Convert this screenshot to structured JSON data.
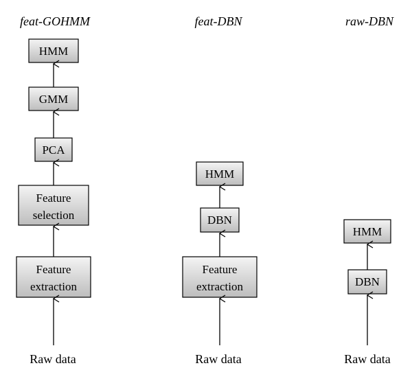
{
  "columns": [
    {
      "title": "feat-GOHMM",
      "input": "Raw data",
      "boxes": [
        {
          "lines": [
            "HMM"
          ]
        },
        {
          "lines": [
            "GMM"
          ]
        },
        {
          "lines": [
            "PCA"
          ]
        },
        {
          "lines": [
            "Feature",
            "selection"
          ]
        },
        {
          "lines": [
            "Feature",
            "extraction"
          ]
        }
      ]
    },
    {
      "title": "feat-DBN",
      "input": "Raw data",
      "boxes": [
        {
          "lines": [
            "HMM"
          ]
        },
        {
          "lines": [
            "DBN"
          ]
        },
        {
          "lines": [
            "Feature",
            "extraction"
          ]
        }
      ]
    },
    {
      "title": "raw-DBN",
      "input": "Raw data",
      "boxes": [
        {
          "lines": [
            "HMM"
          ]
        },
        {
          "lines": [
            "DBN"
          ]
        }
      ]
    }
  ]
}
